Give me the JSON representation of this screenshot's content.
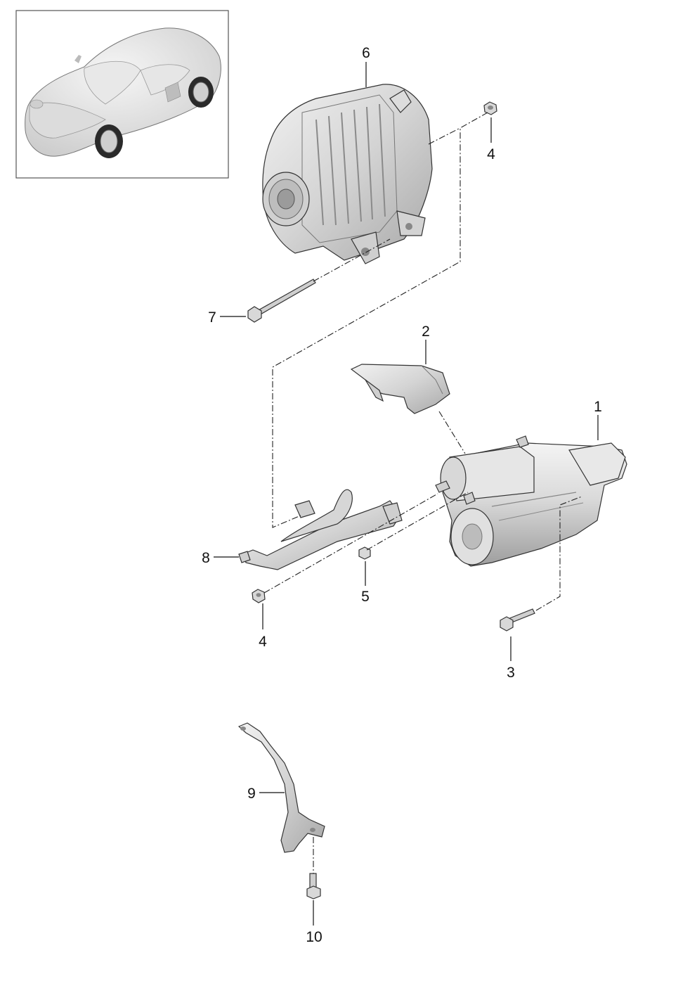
{
  "callouts": {
    "c1": "1",
    "c2": "2",
    "c3": "3",
    "c4_top": "4",
    "c4_bottom": "4",
    "c5": "5",
    "c6": "6",
    "c7": "7",
    "c8": "8",
    "c9": "9",
    "c10": "10"
  },
  "colors": {
    "line": "#111111",
    "part_fill": "#d9d9d9",
    "part_light": "#eeeeee",
    "part_dark": "#9a9a9a",
    "frame": "#555555"
  }
}
